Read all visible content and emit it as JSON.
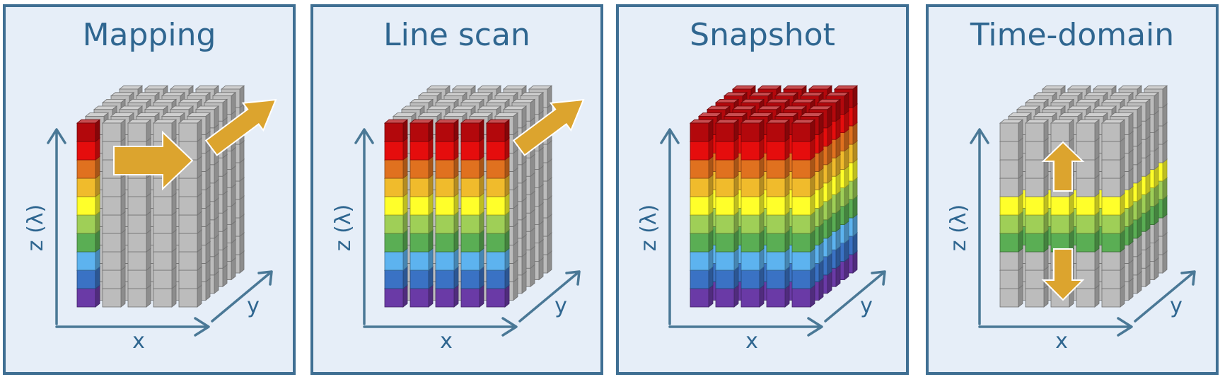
{
  "palette": {
    "panel_bg": "#e6eef8",
    "panel_border": "#3f6f93",
    "axis": "#4a7896",
    "arrow_fill": "#dca42e",
    "arrow_stroke": "#ffffff",
    "grey_cube": "#bcbcbc",
    "band_colors": [
      "#b3080c",
      "#e50d0d",
      "#e0711f",
      "#f0bb2c",
      "#ffff2a",
      "#9fcf57",
      "#5aae54",
      "#5db3ef",
      "#3a72c4",
      "#6a3aa6"
    ]
  },
  "axis_labels": {
    "x": "x",
    "y": "y",
    "z": "z (λ)"
  },
  "panels": [
    {
      "id": "mapping",
      "title": "Mapping",
      "mode": "point",
      "arrows": [
        "right",
        "diagonal"
      ]
    },
    {
      "id": "line-scan",
      "title": "Line scan",
      "mode": "line",
      "arrows": [
        "diagonal"
      ]
    },
    {
      "id": "snapshot",
      "title": "Snapshot",
      "mode": "full",
      "arrows": []
    },
    {
      "id": "time-domain",
      "title": "Time-domain",
      "mode": "slice",
      "colored_bands": [
        4,
        5,
        6
      ],
      "arrows": [
        "up",
        "down"
      ]
    }
  ]
}
